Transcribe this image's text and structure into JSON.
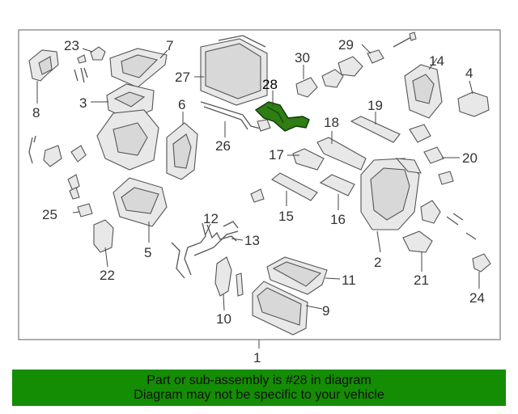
{
  "diagram": {
    "assembly_label": "1",
    "highlight_color": "#2f7d14",
    "banner_color": "#148c04",
    "callouts": {
      "c1": "1",
      "c2": "2",
      "c3": "3",
      "c4": "4",
      "c5": "5",
      "c6": "6",
      "c7": "7",
      "c8": "8",
      "c9": "9",
      "c10": "10",
      "c11": "11",
      "c12": "12",
      "c13": "13",
      "c14": "14",
      "c15": "15",
      "c16": "16",
      "c17": "17",
      "c18": "18",
      "c19": "19",
      "c20": "20",
      "c21": "21",
      "c22": "22",
      "c23": "23",
      "c24": "24",
      "c25": "25",
      "c26": "26",
      "c27": "27",
      "c28": "28",
      "c29": "29",
      "c30": "30"
    },
    "highlighted_part": "28"
  },
  "banner": {
    "line1": "Part or sub-assembly is #28 in diagram",
    "line2": "Diagram may not be specific to your vehicle"
  }
}
